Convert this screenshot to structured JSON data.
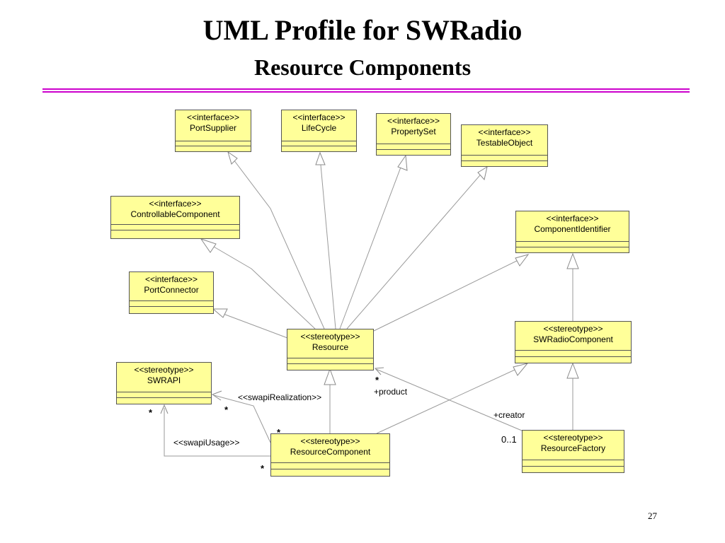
{
  "title": "UML Profile for SWRadio",
  "subtitle": "Resource Components",
  "page_number": "27",
  "colors": {
    "box_fill": "#ffff99",
    "box_border": "#555555",
    "rule": "#cc00cc",
    "wire": "#9a9a9a"
  },
  "classes": {
    "port_supplier": {
      "stereotype": "<<interface>>",
      "name": "PortSupplier"
    },
    "life_cycle": {
      "stereotype": "<<interface>>",
      "name": "LifeCycle"
    },
    "property_set": {
      "stereotype": "<<interface>>",
      "name": "PropertySet"
    },
    "testable_object": {
      "stereotype": "<<interface>>",
      "name": "TestableObject"
    },
    "controllable_component": {
      "stereotype": "<<interface>>",
      "name": "ControllableComponent"
    },
    "component_identifier": {
      "stereotype": "<<interface>>",
      "name": "ComponentIdentifier"
    },
    "port_connector": {
      "stereotype": "<<interface>>",
      "name": "PortConnector"
    },
    "resource": {
      "stereotype": "<<stereotype>>",
      "name": "Resource"
    },
    "swradio_component": {
      "stereotype": "<<stereotype>>",
      "name": "SWRadioComponent"
    },
    "swrapi": {
      "stereotype": "<<stereotype>>",
      "name": "SWRAPI"
    },
    "resource_component": {
      "stereotype": "<<stereotype>>",
      "name": "ResourceComponent"
    },
    "resource_factory": {
      "stereotype": "<<stereotype>>",
      "name": "ResourceFactory"
    }
  },
  "labels": {
    "swapi_realization": "<<swapiRealization>>",
    "swapi_usage": "<<swapiUsage>>",
    "product_role": "+product",
    "creator_role": "+creator",
    "product_multiplicity": "*",
    "creator_multiplicity": "0..1",
    "realization_swrapi_end": "*",
    "realization_component_end": "*",
    "usage_swrapi_end": "*",
    "usage_component_end": "*"
  }
}
